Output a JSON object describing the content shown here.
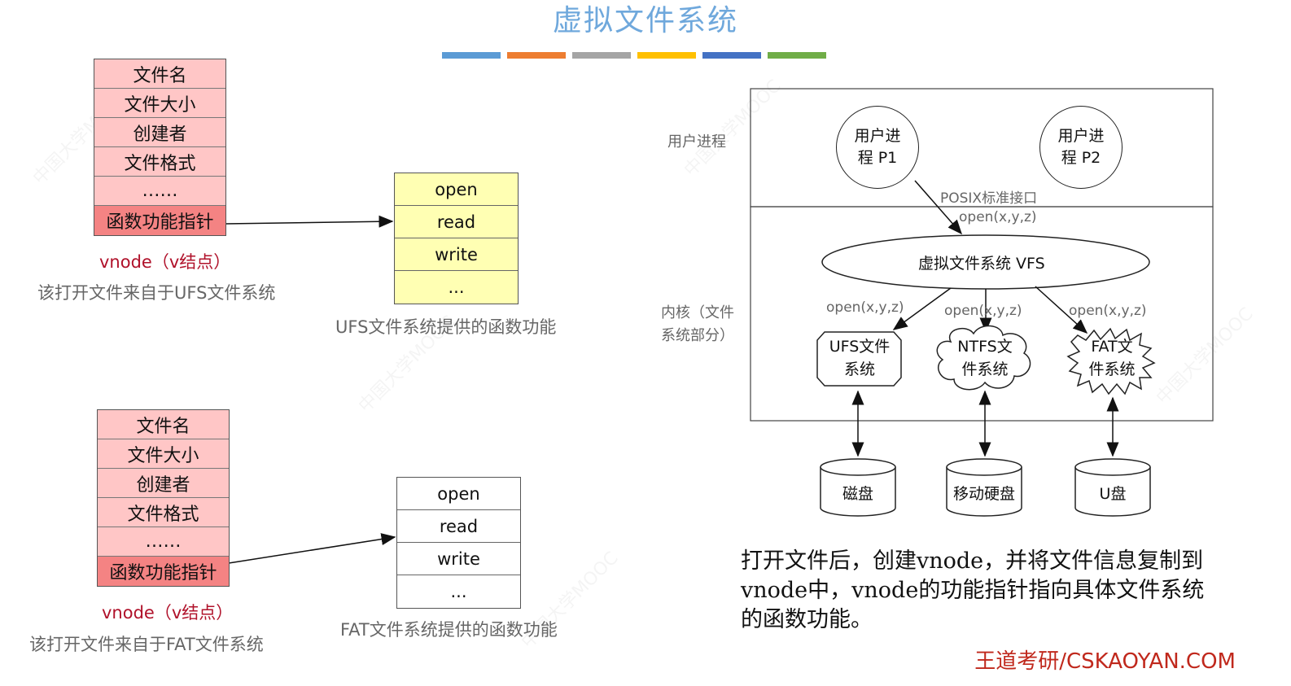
{
  "title": "虚拟文件系统",
  "color_bars": [
    "#5b9bd5",
    "#ed7d31",
    "#a5a5a5",
    "#ffc000",
    "#4472c4",
    "#70ad47"
  ],
  "vnode_fields": [
    "文件名",
    "文件大小",
    "创建者",
    "文件格式",
    "……",
    "函数功能指针"
  ],
  "func_items": [
    "open",
    "read",
    "write",
    "..."
  ],
  "ufs_example": {
    "vnode_label": "vnode（v结点）",
    "note": "该打开文件来自于UFS文件系统",
    "func_caption": "UFS文件系统提供的函数功能"
  },
  "fat_example": {
    "vnode_label": "vnode（v结点）",
    "note": "该打开文件来自于FAT文件系统",
    "func_caption": "FAT文件系统提供的函数功能"
  },
  "diagram": {
    "user_process_label": "用户进程",
    "kernel_label": "内核（文件\n系统部分）",
    "process_p1": "用户进\n程 P1",
    "process_p2": "用户进\n程 P2",
    "posix_label": "POSIX标准接口",
    "open_call": "open(x,y,z)",
    "vfs_label": "虚拟文件系统 VFS",
    "open_left": "open(x,y,z)",
    "open_mid": "open(x,y,z)",
    "open_right": "open(x,y,z)",
    "ufs_fs": "UFS文件\n系统",
    "ntfs_fs": "NTFS文\n件系统",
    "fat_fs": "FAT文\n件系统",
    "disk1": "磁盘",
    "disk2": "移动硬盘",
    "disk3": "U盘"
  },
  "explanation": "打开文件后，创建vnode，并将文件信息复制到vnode中，vnode的功能指针指向具体文件系统的函数功能。",
  "brand": "王道考研/CSKAOYAN.COM",
  "watermark_text": "中国大学MOOC"
}
